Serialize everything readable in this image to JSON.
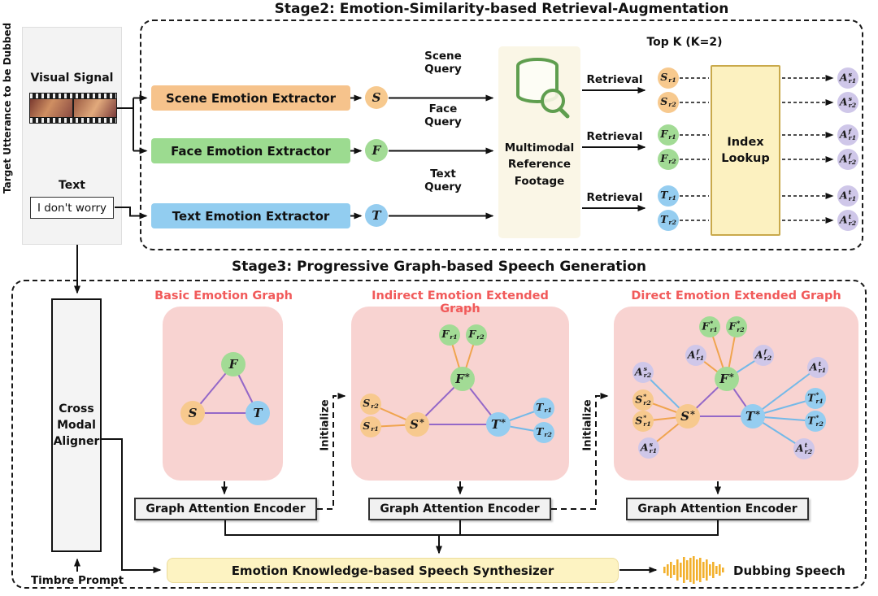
{
  "palette": {
    "scene_orange": "#f6c38c",
    "face_green": "#9cdb90",
    "text_blue": "#92cdf0",
    "acoustic_purple": "#cfc7e9",
    "panel_pink": "#f8d3d1",
    "title_red": "#f15a5a",
    "index_yellow": "#fcf1c0",
    "synth_yellow": "#fdf3c2",
    "db_cream": "#faf6e6",
    "edge_orange": "#f0a44e",
    "edge_blue": "#74b9e8",
    "edge_purple": "#9468c8",
    "wave_yellow": "#f2b02c"
  },
  "input": {
    "side_label": "Target Utterance to be Dubbed",
    "visual_signal": "Visual Signal",
    "text_label": "Text",
    "text_value": "I don't worry",
    "timbre_prompt": "Timbre Prompt"
  },
  "stage2": {
    "title": "Stage2: Emotion-Similarity-based Retrieval-Augmentation",
    "extractors": [
      {
        "label": "Scene Emotion Extractor",
        "symbol": "S",
        "query": "Scene\nQuery"
      },
      {
        "label": "Face Emotion Extractor",
        "symbol": "F",
        "query": "Face\nQuery"
      },
      {
        "label": "Text Emotion Extractor",
        "symbol": "T",
        "query": "Text\nQuery"
      }
    ],
    "database_label": "Multimodal\nReference\nFootage",
    "retrieval_label": "Retrieval",
    "topk_label": "Top K (K=2)",
    "index_lookup_label": "Index\nLookup",
    "retrieved": [
      {
        "b": "S",
        "sub": "r1"
      },
      {
        "b": "S",
        "sub": "r2"
      },
      {
        "b": "F",
        "sub": "r1"
      },
      {
        "b": "F",
        "sub": "r2"
      },
      {
        "b": "T",
        "sub": "r1"
      },
      {
        "b": "T",
        "sub": "r2"
      }
    ],
    "acoustic": [
      {
        "b": "A",
        "sup": "s",
        "sub": "r1"
      },
      {
        "b": "A",
        "sup": "s",
        "sub": "r2"
      },
      {
        "b": "A",
        "sup": "f",
        "sub": "r1"
      },
      {
        "b": "A",
        "sup": "f",
        "sub": "r2"
      },
      {
        "b": "A",
        "sup": "t",
        "sub": "r1"
      },
      {
        "b": "A",
        "sup": "t",
        "sub": "r2"
      }
    ]
  },
  "stage3": {
    "title": "Stage3: Progressive Graph-based Speech Generation",
    "aligner_label": "Cross\nModal\nAligner",
    "initialize_label": "Initialize",
    "encoder_label": "Graph Attention Encoder",
    "synthesizer_label": "Emotion Knowledge-based Speech Synthesizer",
    "dubbing_label": "Dubbing Speech",
    "graphs": [
      {
        "title": "Basic Emotion Graph"
      },
      {
        "title": "Indirect Emotion Extended Graph"
      },
      {
        "title": "Direct Emotion Extended Graph"
      }
    ],
    "basic_nodes": [
      {
        "b": "F"
      },
      {
        "b": "S"
      },
      {
        "b": "T"
      }
    ],
    "indirect_nodes": [
      {
        "b": "F",
        "sub": "r1"
      },
      {
        "b": "F",
        "sub": "r2"
      },
      {
        "b": "F",
        "sup": "*"
      },
      {
        "b": "S",
        "sub": "r2"
      },
      {
        "b": "S",
        "sub": "r1"
      },
      {
        "b": "S",
        "sup": "*"
      },
      {
        "b": "T",
        "sup": "*"
      },
      {
        "b": "T",
        "sub": "r1"
      },
      {
        "b": "T",
        "sub": "r2"
      }
    ],
    "direct_nodes": [
      {
        "b": "F",
        "sup": "*",
        "sub": "r1"
      },
      {
        "b": "F",
        "sup": "*",
        "sub": "r2"
      },
      {
        "b": "A",
        "sup": "f",
        "sub": "r1"
      },
      {
        "b": "A",
        "sup": "f",
        "sub": "r2"
      },
      {
        "b": "A",
        "sup": "s",
        "sub": "r2"
      },
      {
        "b": "A",
        "sup": "t",
        "sub": "r1"
      },
      {
        "b": "F",
        "sup": "*"
      },
      {
        "b": "S",
        "sup": "*",
        "sub": "r2"
      },
      {
        "b": "S",
        "sup": "*",
        "sub": "r1"
      },
      {
        "b": "S",
        "sup": "*"
      },
      {
        "b": "T",
        "sup": "*"
      },
      {
        "b": "T",
        "sup": "*",
        "sub": "r1"
      },
      {
        "b": "T",
        "sup": "*",
        "sub": "r2"
      },
      {
        "b": "A",
        "sup": "s",
        "sub": "r1"
      },
      {
        "b": "A",
        "sup": "t",
        "sub": "r2"
      }
    ]
  }
}
